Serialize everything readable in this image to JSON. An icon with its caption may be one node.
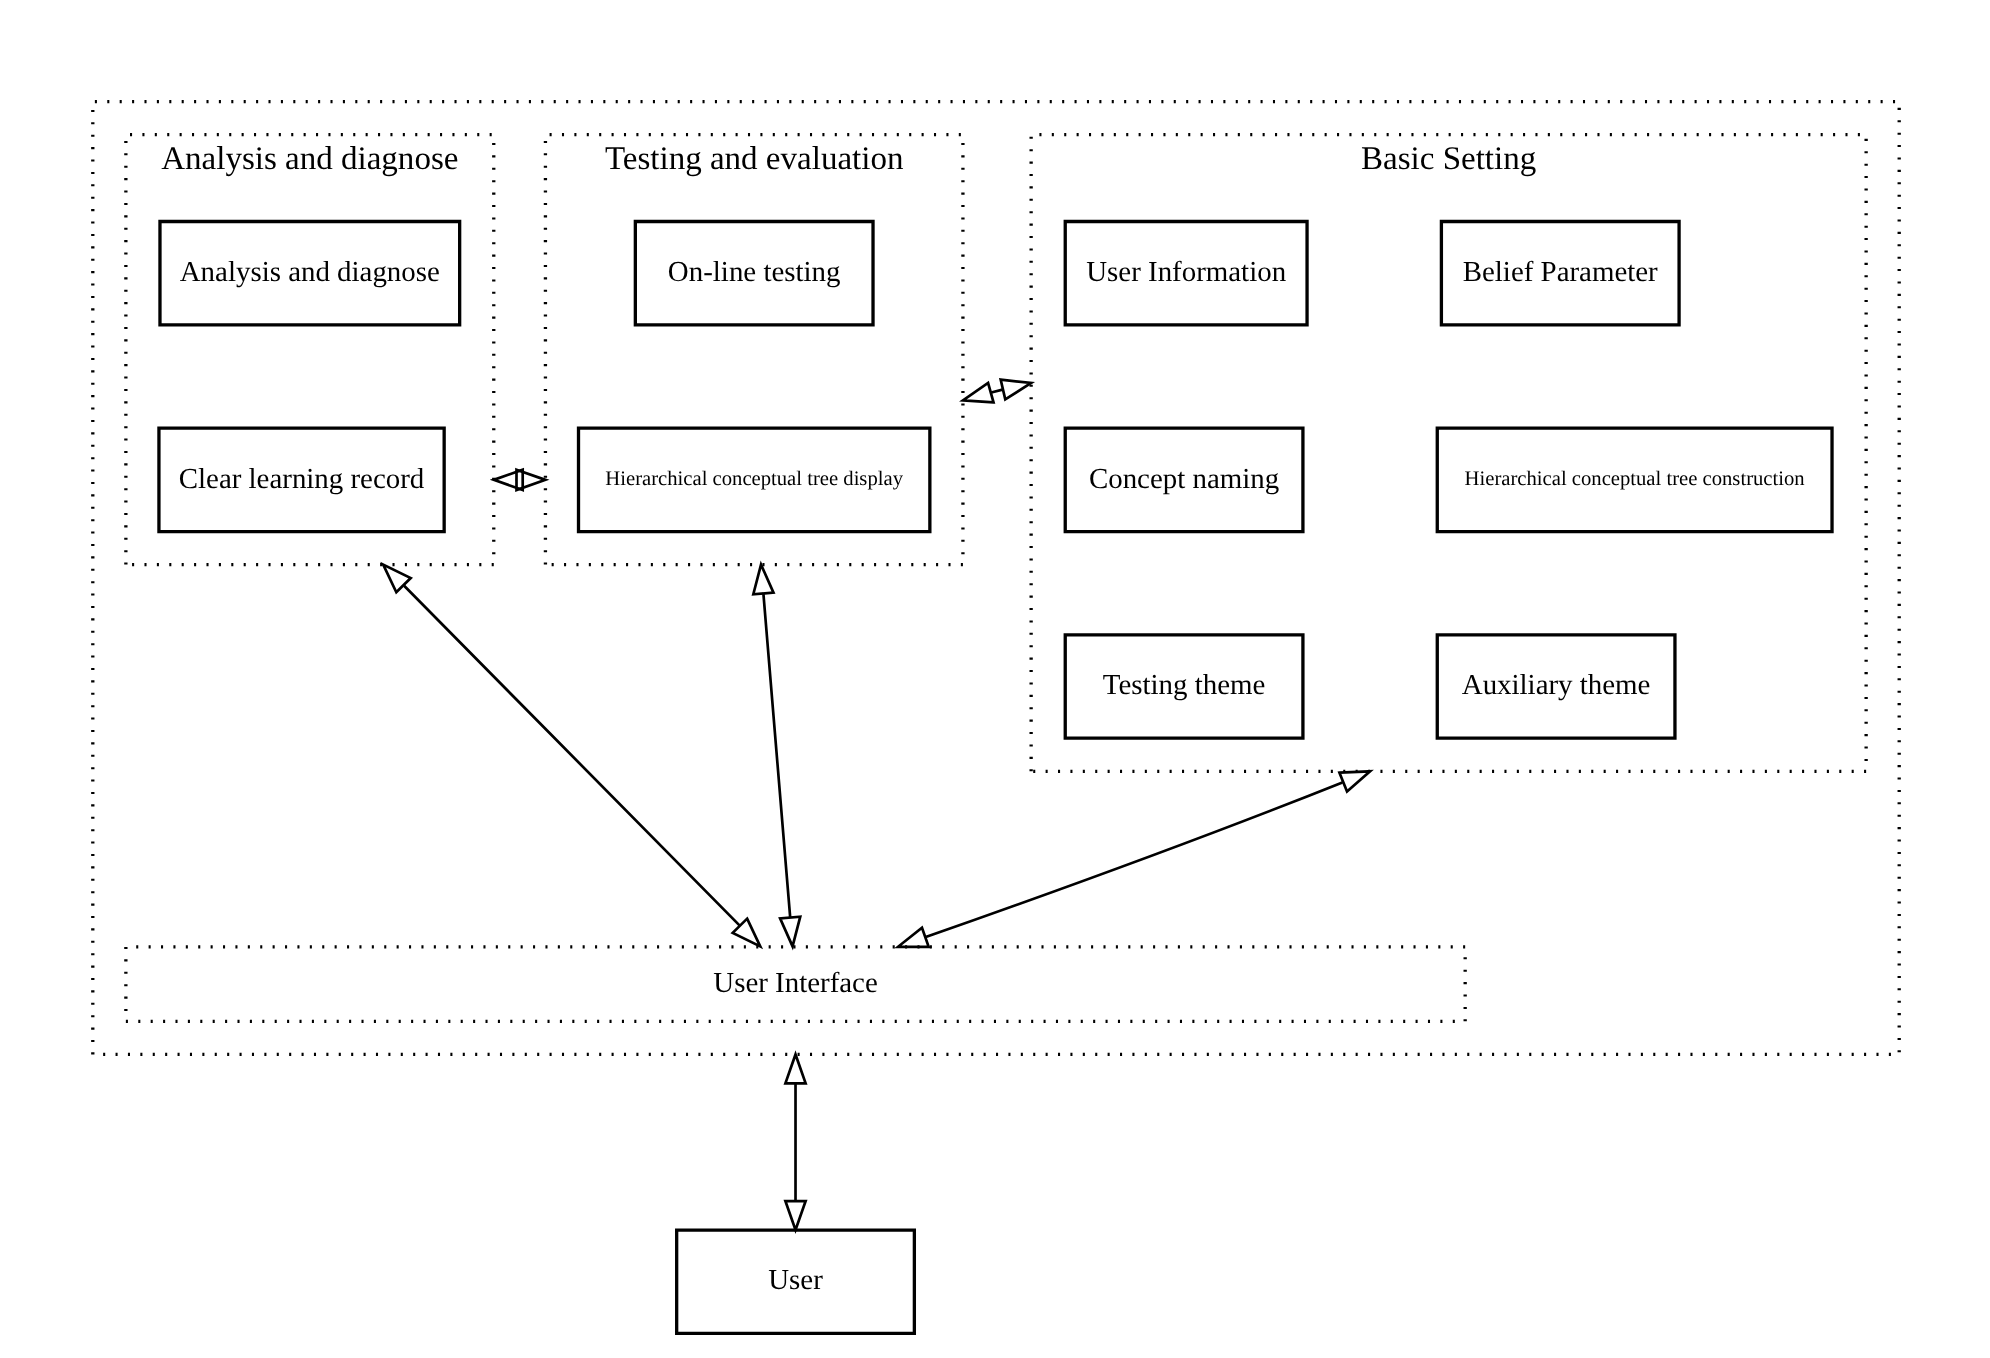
{
  "diagram": {
    "nodes": [
      {
        "text": [],
        "shape": "box"
      },
      {
        "text": [
          "Basic Setting"
        ],
        "in": 0
      },
      {
        "text": [
          "User Information"
        ],
        "in": 1
      },
      {
        "text": [
          "Belief Parameter"
        ],
        "in": 1
      },
      {
        "text": [
          "Concept naming"
        ],
        "in": 1
      },
      {
        "text": [
          "Hierarchical conceptual tree construction"
        ],
        "in": 1
      },
      {
        "text": [
          "Testing theme"
        ],
        "in": 1
      },
      {
        "text": [
          "Auxiliary theme"
        ],
        "in": 1
      },
      {
        "text": [
          "Testing and evaluation"
        ],
        "in": 0
      },
      {
        "text": [
          "On-line testing"
        ],
        "in": 8
      },
      {
        "text": [
          "Hierarchical conceptual tree display"
        ],
        "in": 8
      },
      {
        "text": [
          "Analysis and diagnose"
        ],
        "in": 0
      },
      {
        "text": [
          "Analysis and diagnose"
        ],
        "in": 11
      },
      {
        "text": [
          "Clear learning record"
        ],
        "in": 11
      },
      {
        "text": [
          "User Interface"
        ],
        "in": 0
      },
      {
        "text": [
          "User"
        ]
      }
    ],
    "edges": [
      {
        "from": 1,
        "to": 8,
        "arrow": "both"
      },
      {
        "from": 8,
        "to": 11,
        "arrow": "both"
      },
      {
        "from": 1,
        "to": 14,
        "arrow": "both"
      },
      {
        "from": 8,
        "to": 14,
        "arrow": "both"
      },
      {
        "from": 11,
        "to": 14,
        "arrow": "both"
      },
      {
        "from": 0,
        "to": 15,
        "arrow": "both"
      }
    ]
  }
}
